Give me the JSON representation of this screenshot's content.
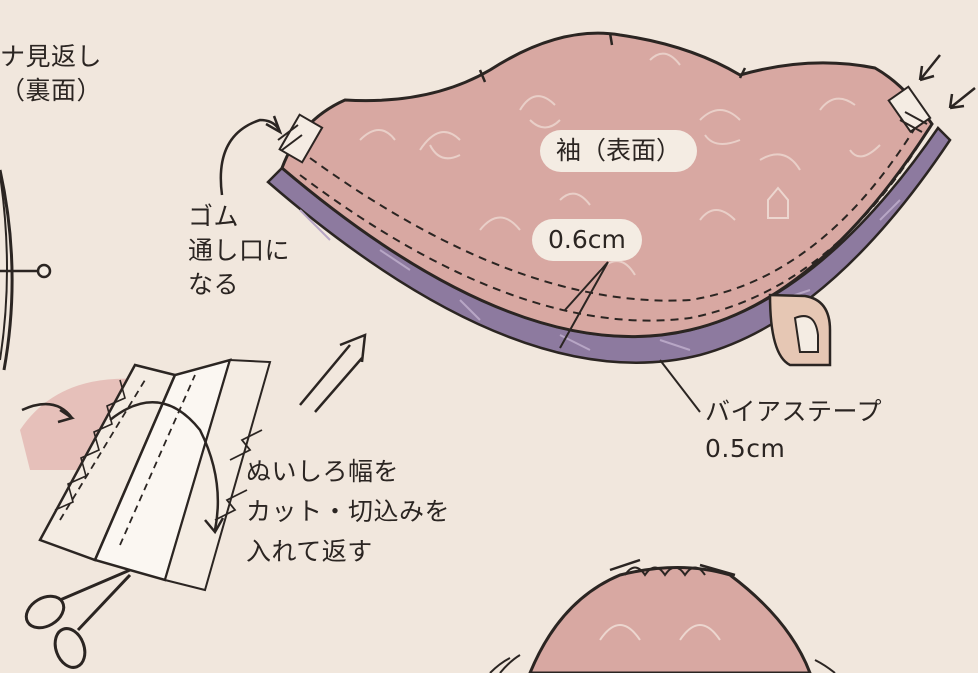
{
  "labels": {
    "facing_partial": "ナ見返し",
    "facing_side": "（裏面）",
    "sleeve_side": "袖（表面）",
    "stitch_width": "0.6cm",
    "elastic_opening": "ゴム\n通し口に\nなる",
    "seam_instruction": "ぬいしろ幅を\nカット・切込みを\n入れて返す",
    "bias_tape": "バイアステープ",
    "bias_tape_width": "0.5cm"
  },
  "colors": {
    "background": "#f1e7dd",
    "sleeve_fabric": "#d8a8a2",
    "bias_tape": "#8d7a9f",
    "outline": "#2b2522",
    "pattern": "#ecd6cf"
  }
}
